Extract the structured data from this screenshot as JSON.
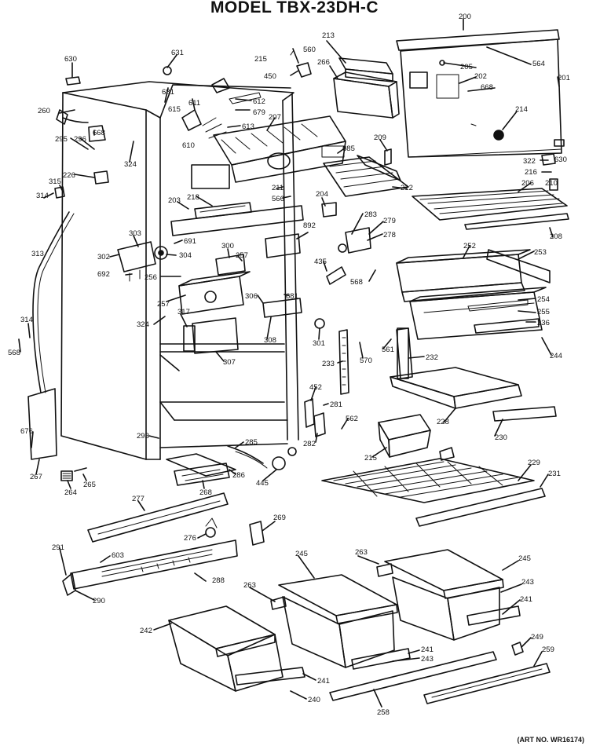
{
  "title": "MODEL TBX-23DH-C",
  "art_number": "(ART NO. WR16174)",
  "callouts": [
    {
      "id": "630a",
      "text": "630"
    },
    {
      "id": "631",
      "text": "631"
    },
    {
      "id": "215a",
      "text": "215"
    },
    {
      "id": "560",
      "text": "560"
    },
    {
      "id": "213",
      "text": "213"
    },
    {
      "id": "200",
      "text": "200"
    },
    {
      "id": "450",
      "text": "450"
    },
    {
      "id": "266",
      "text": "266"
    },
    {
      "id": "205",
      "text": "205"
    },
    {
      "id": "564",
      "text": "564"
    },
    {
      "id": "202",
      "text": "202"
    },
    {
      "id": "668a",
      "text": "668"
    },
    {
      "id": "201",
      "text": "201"
    },
    {
      "id": "681a",
      "text": "681"
    },
    {
      "id": "611",
      "text": "611"
    },
    {
      "id": "612",
      "text": "612"
    },
    {
      "id": "679",
      "text": "679"
    },
    {
      "id": "260",
      "text": "260"
    },
    {
      "id": "615",
      "text": "615"
    },
    {
      "id": "613",
      "text": "613"
    },
    {
      "id": "207",
      "text": "207"
    },
    {
      "id": "214",
      "text": "214"
    },
    {
      "id": "668b",
      "text": "668"
    },
    {
      "id": "295",
      "text": "295"
    },
    {
      "id": "296",
      "text": "296"
    },
    {
      "id": "610",
      "text": "610"
    },
    {
      "id": "685",
      "text": "685"
    },
    {
      "id": "209",
      "text": "209"
    },
    {
      "id": "322",
      "text": "322"
    },
    {
      "id": "630b",
      "text": "630"
    },
    {
      "id": "324a",
      "text": "324"
    },
    {
      "id": "216",
      "text": "216"
    },
    {
      "id": "226",
      "text": "226"
    },
    {
      "id": "210",
      "text": "210"
    },
    {
      "id": "206",
      "text": "206"
    },
    {
      "id": "211",
      "text": "211"
    },
    {
      "id": "212",
      "text": "212"
    },
    {
      "id": "315",
      "text": "315"
    },
    {
      "id": "566",
      "text": "566"
    },
    {
      "id": "204",
      "text": "204"
    },
    {
      "id": "314a",
      "text": "314"
    },
    {
      "id": "203",
      "text": "203"
    },
    {
      "id": "218",
      "text": "218"
    },
    {
      "id": "283",
      "text": "283"
    },
    {
      "id": "279",
      "text": "279"
    },
    {
      "id": "892",
      "text": "892"
    },
    {
      "id": "278",
      "text": "278"
    },
    {
      "id": "208",
      "text": "208"
    },
    {
      "id": "313",
      "text": "313"
    },
    {
      "id": "303",
      "text": "303"
    },
    {
      "id": "691",
      "text": "691"
    },
    {
      "id": "252",
      "text": "252"
    },
    {
      "id": "253",
      "text": "253"
    },
    {
      "id": "300",
      "text": "300"
    },
    {
      "id": "302",
      "text": "302"
    },
    {
      "id": "304",
      "text": "304"
    },
    {
      "id": "257a",
      "text": "257"
    },
    {
      "id": "435",
      "text": "435"
    },
    {
      "id": "692",
      "text": "692"
    },
    {
      "id": "256",
      "text": "256"
    },
    {
      "id": "568a",
      "text": "568"
    },
    {
      "id": "257b",
      "text": "257"
    },
    {
      "id": "306",
      "text": "306"
    },
    {
      "id": "681b",
      "text": "681"
    },
    {
      "id": "254",
      "text": "254"
    },
    {
      "id": "255",
      "text": "255"
    },
    {
      "id": "324b",
      "text": "324"
    },
    {
      "id": "317",
      "text": "317"
    },
    {
      "id": "236",
      "text": "236"
    },
    {
      "id": "314b",
      "text": "314"
    },
    {
      "id": "308",
      "text": "308"
    },
    {
      "id": "301",
      "text": "301"
    },
    {
      "id": "561",
      "text": "561"
    },
    {
      "id": "568b",
      "text": "568"
    },
    {
      "id": "233",
      "text": "233"
    },
    {
      "id": "570",
      "text": "570"
    },
    {
      "id": "232",
      "text": "232"
    },
    {
      "id": "244",
      "text": "244"
    },
    {
      "id": "307",
      "text": "307"
    },
    {
      "id": "452",
      "text": "452"
    },
    {
      "id": "281",
      "text": "281"
    },
    {
      "id": "228",
      "text": "228"
    },
    {
      "id": "676",
      "text": "676"
    },
    {
      "id": "562",
      "text": "562"
    },
    {
      "id": "293",
      "text": "293"
    },
    {
      "id": "282",
      "text": "282"
    },
    {
      "id": "230",
      "text": "230"
    },
    {
      "id": "285",
      "text": "285"
    },
    {
      "id": "215b",
      "text": "215"
    },
    {
      "id": "229",
      "text": "229"
    },
    {
      "id": "231",
      "text": "231"
    },
    {
      "id": "267",
      "text": "267"
    },
    {
      "id": "286",
      "text": "286"
    },
    {
      "id": "445",
      "text": "445"
    },
    {
      "id": "264",
      "text": "264"
    },
    {
      "id": "265",
      "text": "265"
    },
    {
      "id": "268",
      "text": "268"
    },
    {
      "id": "277",
      "text": "277"
    },
    {
      "id": "269",
      "text": "269"
    },
    {
      "id": "276",
      "text": "276"
    },
    {
      "id": "291",
      "text": "291"
    },
    {
      "id": "603",
      "text": "603"
    },
    {
      "id": "245a",
      "text": "245"
    },
    {
      "id": "263a",
      "text": "263"
    },
    {
      "id": "245b",
      "text": "245"
    },
    {
      "id": "288",
      "text": "288"
    },
    {
      "id": "263b",
      "text": "263"
    },
    {
      "id": "243a",
      "text": "243"
    },
    {
      "id": "290",
      "text": "290"
    },
    {
      "id": "241a",
      "text": "241"
    },
    {
      "id": "242",
      "text": "242"
    },
    {
      "id": "249",
      "text": "249"
    },
    {
      "id": "241b",
      "text": "241"
    },
    {
      "id": "243b",
      "text": "243"
    },
    {
      "id": "259",
      "text": "259"
    },
    {
      "id": "241c",
      "text": "241"
    },
    {
      "id": "240",
      "text": "240"
    },
    {
      "id": "258",
      "text": "258"
    }
  ]
}
